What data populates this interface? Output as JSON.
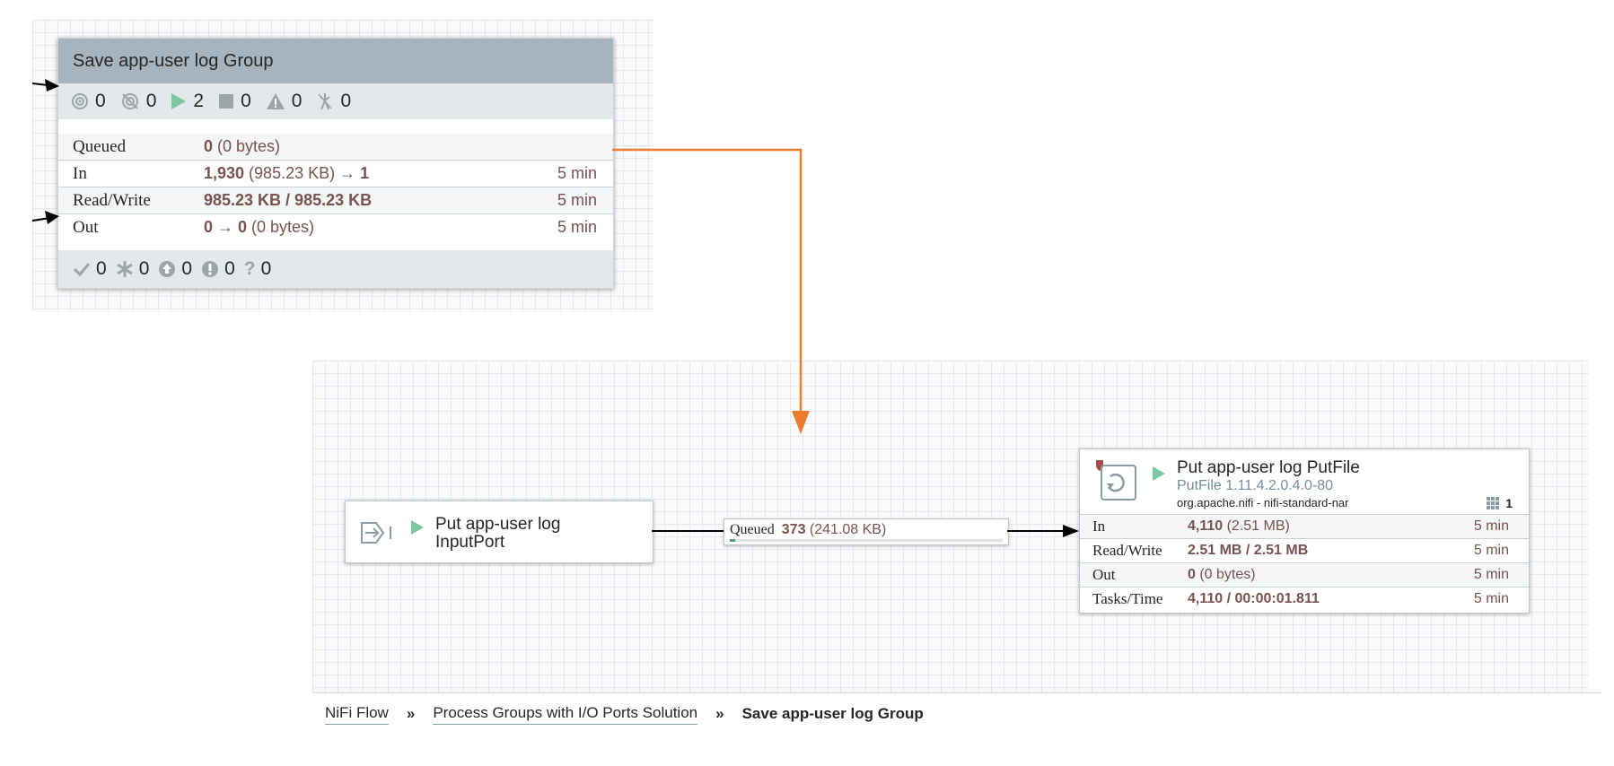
{
  "process_group": {
    "title": "Save app-user log Group",
    "stats": {
      "transmitting": "0",
      "not_transmitting": "0",
      "running": "2",
      "stopped": "0",
      "invalid": "0",
      "disabled": "0"
    },
    "rows": [
      {
        "label": "Queued",
        "bold": "0",
        "rest": " (0 bytes)",
        "time": ""
      },
      {
        "label": "In",
        "bold": "1,930",
        "rest": " (985.23 KB) → ",
        "bold2": "1",
        "time": "5 min"
      },
      {
        "label": "Read/Write",
        "bold": "985.23 KB / 985.23 KB",
        "rest": "",
        "time": "5 min"
      },
      {
        "label": "Out",
        "bold": "0 → 0",
        "rest": " (0 bytes)",
        "time": "5 min"
      }
    ],
    "version_stats": {
      "up_to_date": "0",
      "locally_modified": "0",
      "stale": "0",
      "modified_stale": "0",
      "sync_failure": "0"
    }
  },
  "input_port": {
    "name": "Put app-user log InputPort"
  },
  "connection": {
    "queued_label": "Queued",
    "count": "373",
    "size": "(241.08 KB)",
    "fill_fraction": 0.02
  },
  "processor": {
    "name": "Put app-user log PutFile",
    "type": "PutFile 1.11.4.2.0.4.0-80",
    "bundle": "org.apache.nifi - nifi-standard-nar",
    "threads": "1",
    "rows": [
      {
        "label": "In",
        "bold": "4,110",
        "rest": " (2.51 MB)",
        "time": "5 min"
      },
      {
        "label": "Read/Write",
        "bold": "2.51 MB / 2.51 MB",
        "rest": "",
        "time": "5 min"
      },
      {
        "label": "Out",
        "bold": "0",
        "rest": " (0 bytes)",
        "time": "5 min"
      },
      {
        "label": "Tasks/Time",
        "bold": "4,110 / 00:00:01.811",
        "rest": "",
        "time": "5 min"
      }
    ]
  },
  "breadcrumb": {
    "items": [
      "NiFi Flow",
      "Process Groups with I/O Ports Solution"
    ],
    "current": "Save app-user log Group",
    "separator": "»"
  },
  "colors": {
    "arrow_orange": "#ea7c2b",
    "running_green": "#7dc7a0",
    "value_brown": "#775351"
  }
}
